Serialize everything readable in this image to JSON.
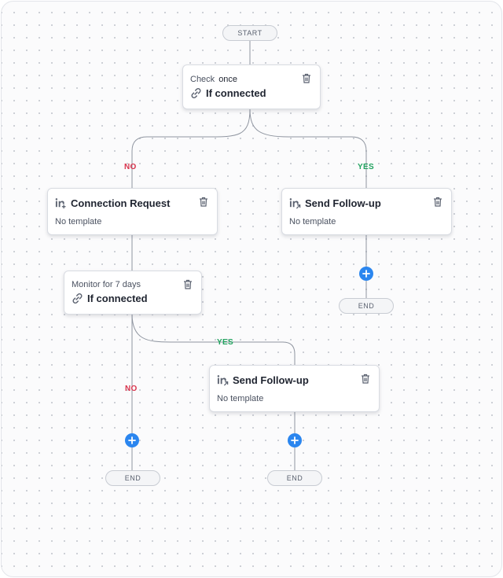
{
  "start_label": "START",
  "end_label": "END",
  "check_node": {
    "prefix": "Check",
    "emphasis": "once",
    "condition": "If connected"
  },
  "branch_labels": {
    "no": "NO",
    "yes": "YES"
  },
  "connection_request": {
    "title": "Connection Request",
    "template": "No template"
  },
  "follow_up_top": {
    "title": "Send Follow-up",
    "template": "No template"
  },
  "monitor_node": {
    "prefix": "Monitor for 7 days",
    "condition": "If connected"
  },
  "follow_up_bottom": {
    "title": "Send Follow-up",
    "template": "No template"
  },
  "colors": {
    "no": "#d8344d",
    "yes": "#21a35f",
    "add": "#2b86ef",
    "line": "#8f95a0"
  },
  "icons": {
    "delete": "trash-icon",
    "condition": "link-icon",
    "invite": "linkedin-invite-icon",
    "message": "linkedin-message-icon",
    "add": "plus-icon"
  }
}
